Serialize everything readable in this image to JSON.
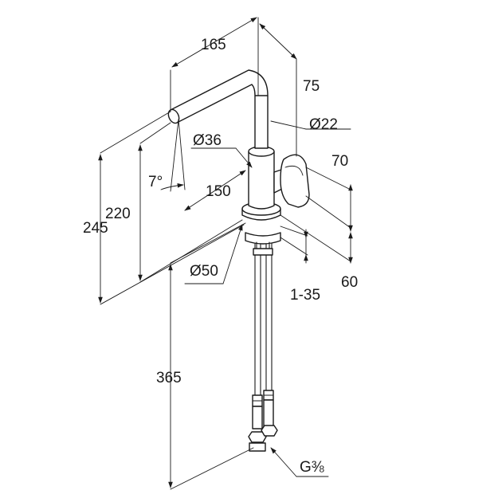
{
  "dimensions": {
    "spout_reach": "165",
    "spout_offset": "75",
    "spout_diameter": "Ø22",
    "body_diameter": "Ø36",
    "spout_angle": "7°",
    "spout_height_150": "150",
    "handle_height": "70",
    "spout_outlet_height": "220",
    "overall_height": "245",
    "base_diameter": "Ø50",
    "deck_thickness": "1-35",
    "base_height": "60",
    "hose_length": "365",
    "connection_thread": "G⅜"
  }
}
